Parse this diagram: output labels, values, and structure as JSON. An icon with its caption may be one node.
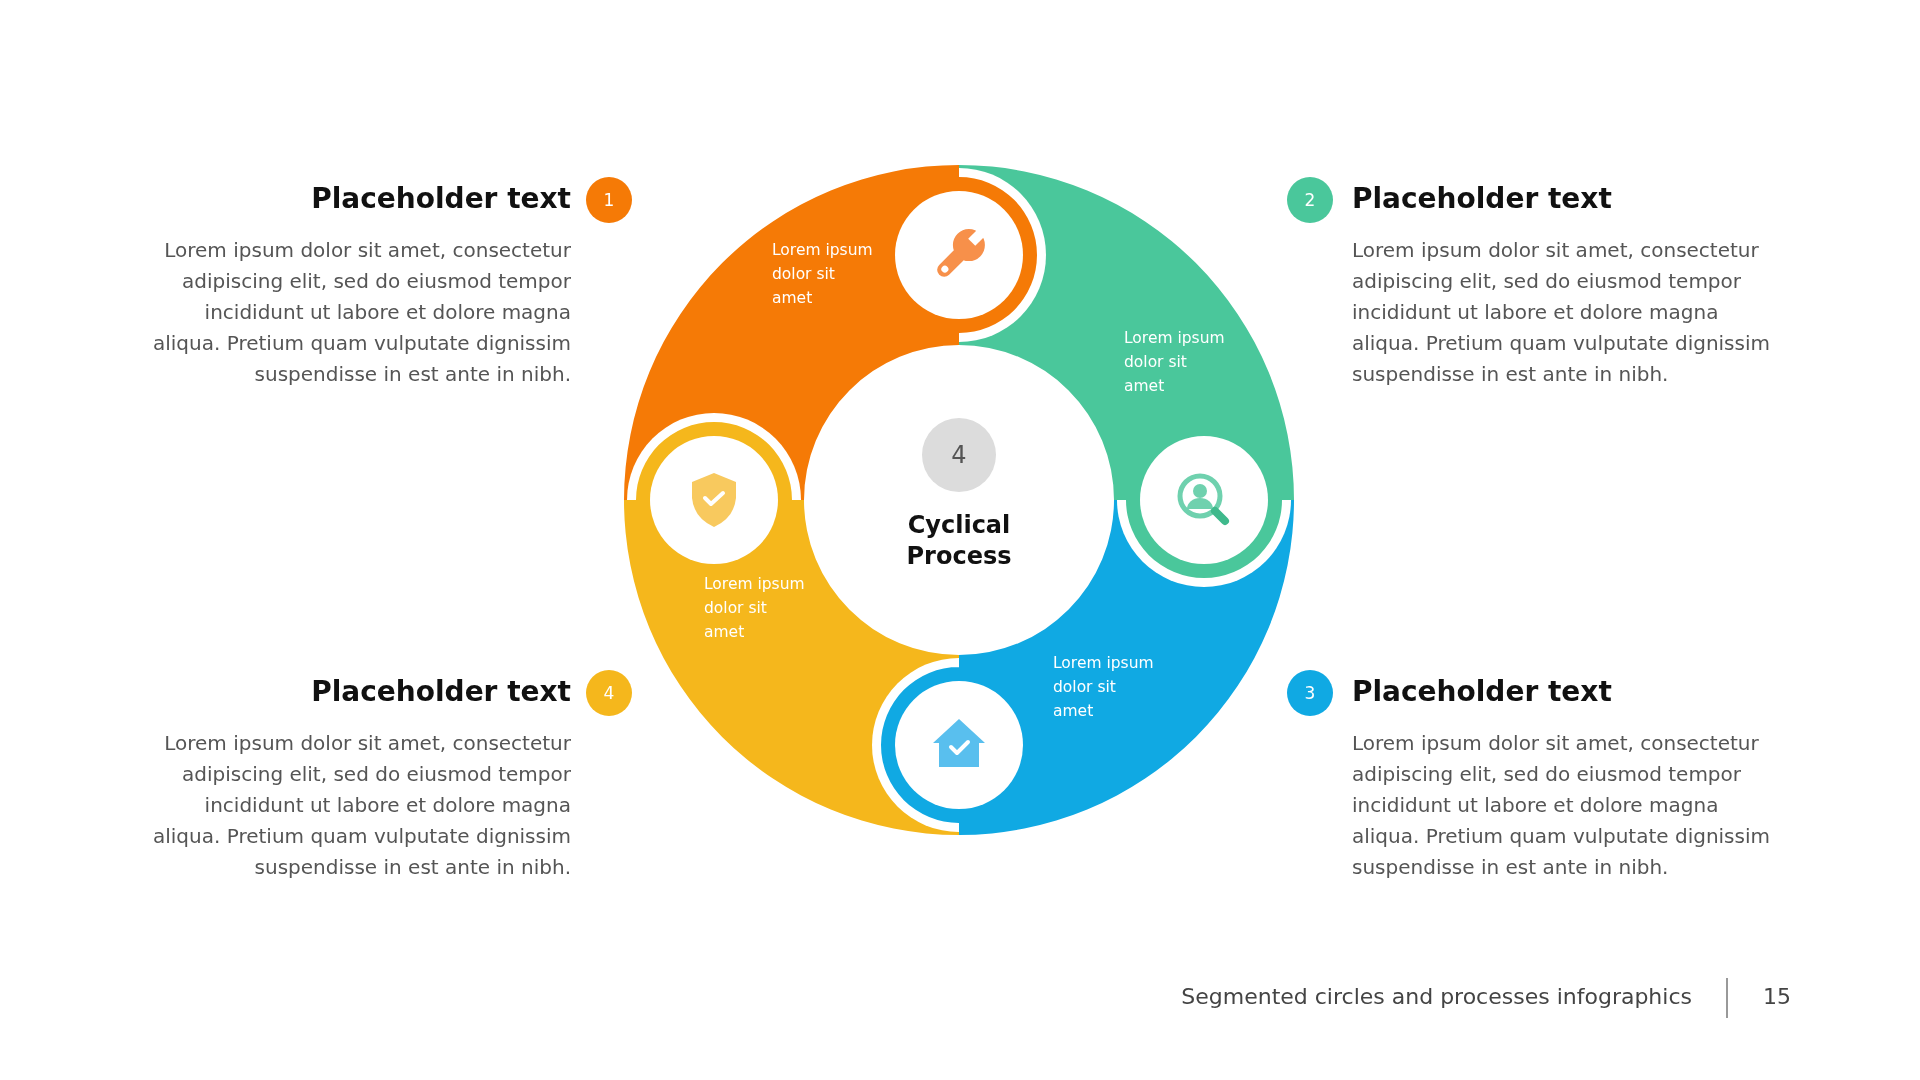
{
  "diagram": {
    "nodes": [
      {
        "text": [
          "Cyclical Process"
        ]
      },
      {
        "text": [
          "4"
        ],
        "in": 0
      },
      {
        "text": [
          "Lorem ipsum dolor sit amet"
        ]
      },
      {
        "text": [
          "Lorem ipsum dolor sit amet"
        ]
      },
      {
        "text": [
          "Lorem ipsum dolor sit amet"
        ]
      },
      {
        "text": [
          "Lorem ipsum dolor sit amet"
        ]
      },
      {
        "text": [
          "1"
        ]
      },
      {
        "text": [
          "2"
        ]
      },
      {
        "text": [
          "4"
        ]
      },
      {
        "text": [
          "3"
        ]
      }
    ],
    "edges": [],
    "labels": [
      "Placeholder text",
      "Lorem ipsum dolor sit amet, consectetur adipiscing elit, sed do eiusmod tempor incididunt ut labore et dolore magna aliqua. Pretium quam vulputate dignissim suspendisse in est ante in nibh.",
      "Placeholder text",
      "Lorem ipsum dolor sit amet, consectetur adipiscing elit, sed do eiusmod tempor incididunt ut labore et dolore magna aliqua. Pretium quam vulputate dignissim suspendisse in est ante in nibh.",
      "Placeholder text",
      "Lorem ipsum dolor sit amet, consectetur adipiscing elit, sed do eiusmod tempor incididunt ut labore et dolore magna aliqua. Pretium quam vulputate dignissim suspendisse in est ante in nibh.",
      "Placeholder text",
      "Lorem ipsum dolor sit amet, consectetur adipiscing elit, sed do eiusmod tempor incididunt ut labore et dolore magna aliqua. Pretium quam vulputate dignissim suspendisse in est ante in nibh.",
      "Segmented circles and processes infographics",
      "15"
    ]
  }
}
